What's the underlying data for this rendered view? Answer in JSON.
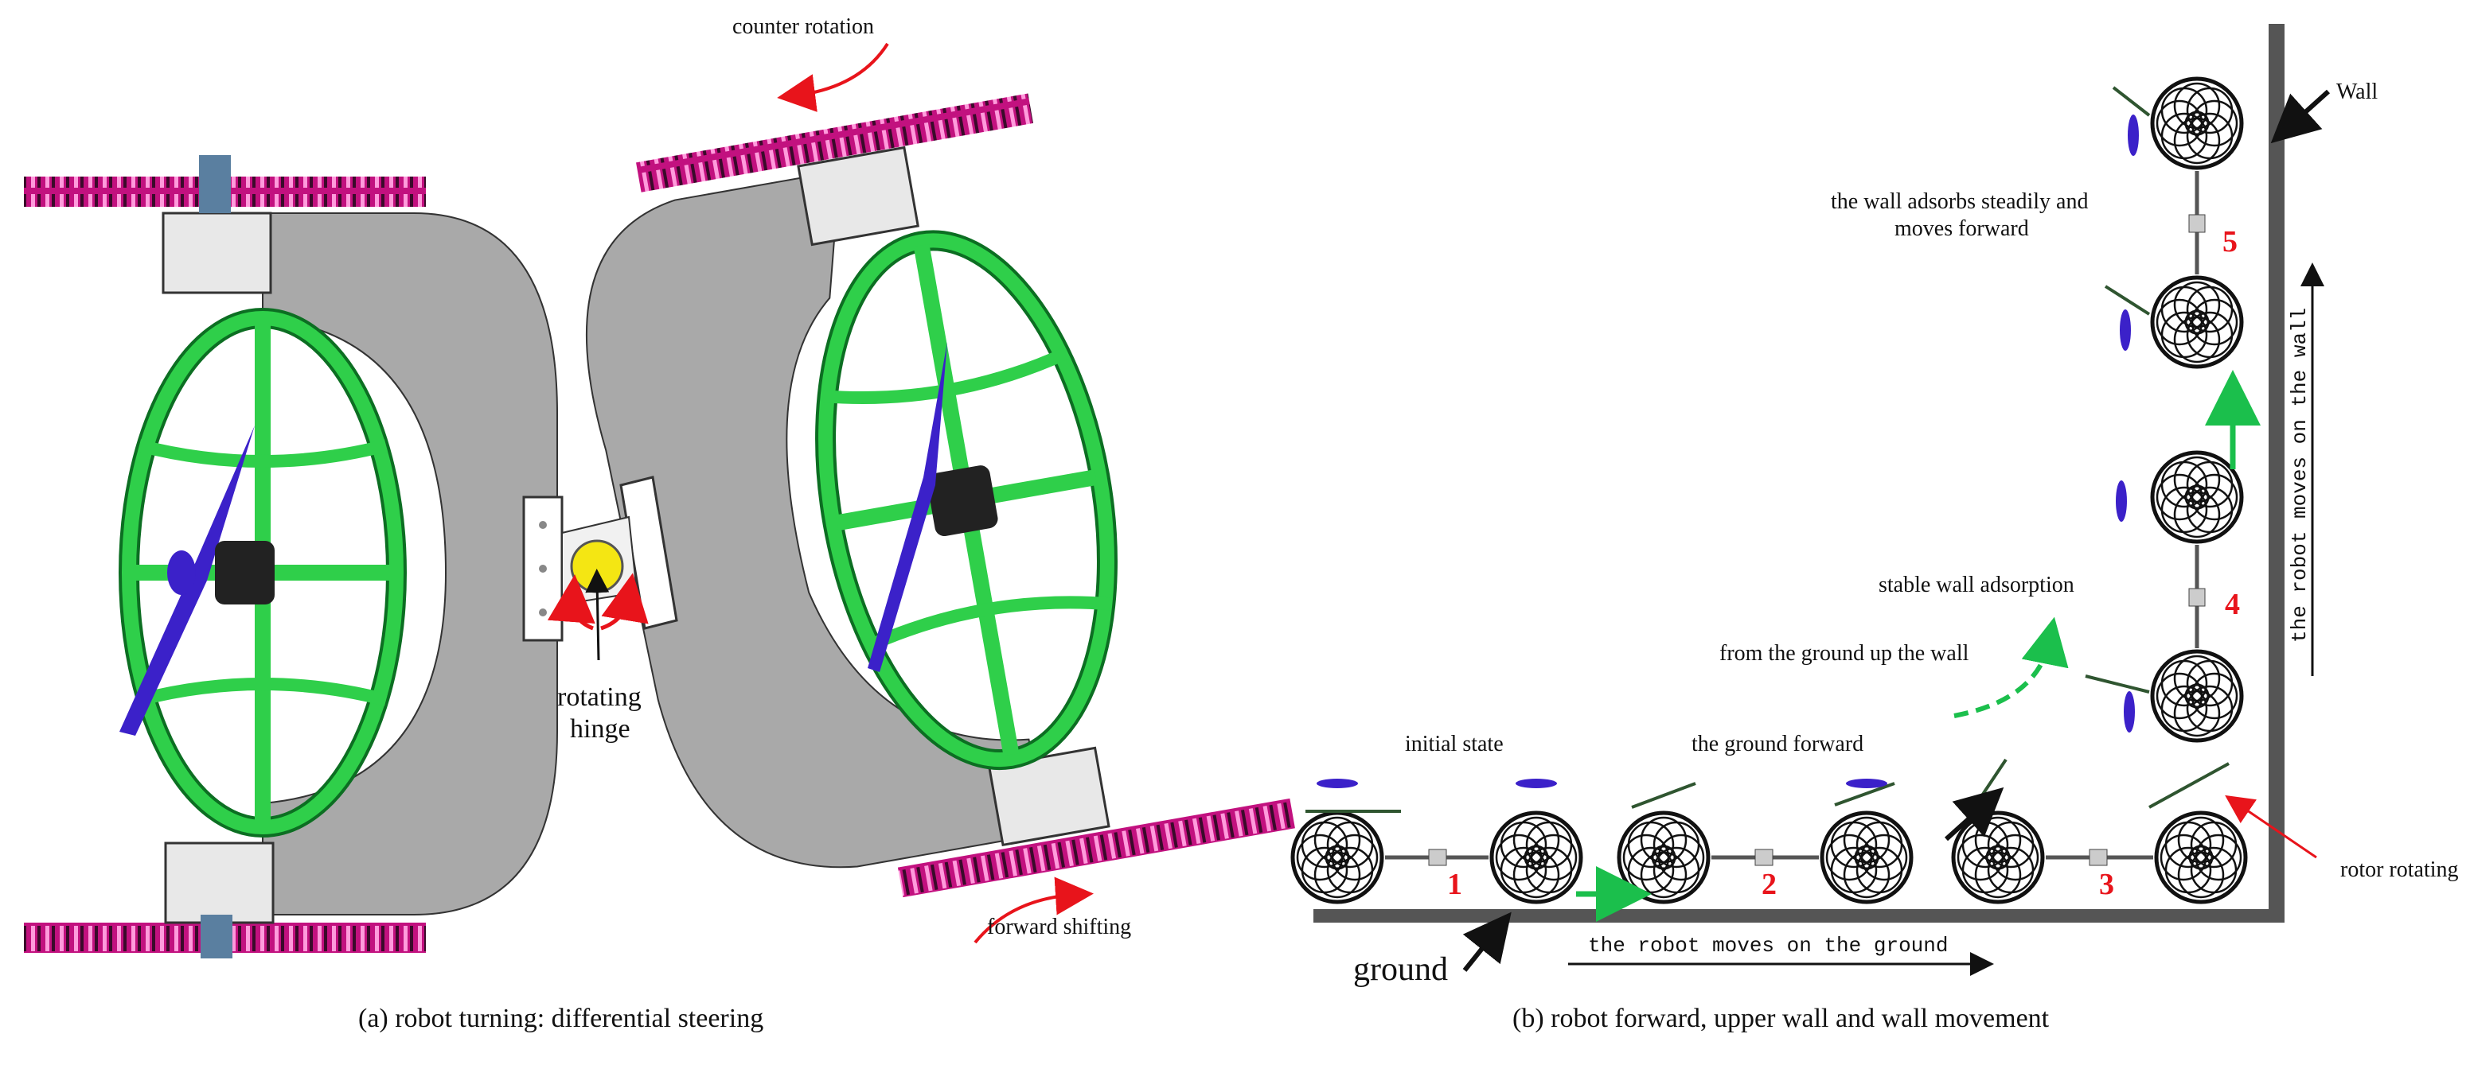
{
  "panel_a": {
    "caption": "(a)  robot turning: differential steering",
    "labels": {
      "counter_rotation": "counter rotation",
      "rotating": "rotating",
      "hinge": "hinge",
      "forward_shifting": "forward shifting"
    }
  },
  "panel_b": {
    "caption": "(b)  robot forward, upper wall and wall movement",
    "labels": {
      "wall": "Wall",
      "wall_adsorbs_1": "the wall adsorbs steadily and",
      "wall_adsorbs_2": "moves forward",
      "stable_wall_adsorption": "stable wall adsorption",
      "from_ground_up_wall": "from the ground up the wall",
      "initial_state": "initial state",
      "ground_forward": "the ground forward",
      "rotor_rotating": "rotor rotating",
      "ground": "ground",
      "moves_on_ground": "the robot moves on the ground",
      "moves_on_wall": "the robot moves on the wall"
    },
    "step_numbers": [
      "1",
      "2",
      "3",
      "4",
      "5"
    ]
  },
  "colors": {
    "frame_green": "#2fcf4a",
    "frame_dark_green": "#0c6e22",
    "track_magenta": "#d1148f",
    "track_pink": "#ff9bdc",
    "body_gray": "#a9a9a9",
    "wall_gray": "#555555",
    "arrow_red": "#e8141b",
    "arrow_green": "#1bbf4c",
    "hinge_yellow": "#f4e613",
    "prop_blue": "#3b21c9"
  }
}
